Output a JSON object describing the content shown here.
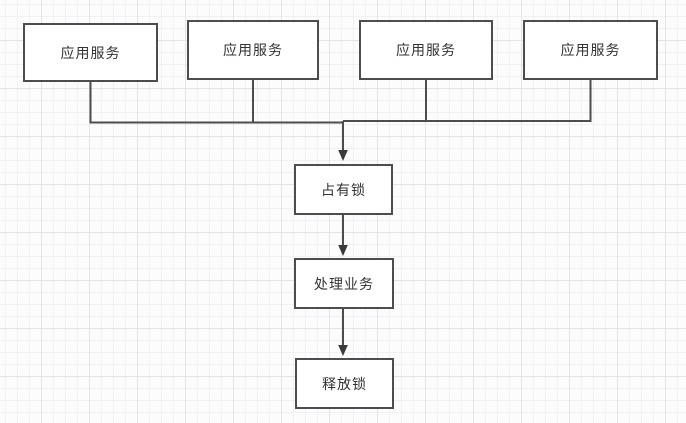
{
  "diagram": {
    "nodes": [
      {
        "id": "app-service-1",
        "label": "应用服务"
      },
      {
        "id": "app-service-2",
        "label": "应用服务"
      },
      {
        "id": "app-service-3",
        "label": "应用服务"
      },
      {
        "id": "app-service-4",
        "label": "应用服务"
      },
      {
        "id": "acquire-lock",
        "label": "占有锁"
      },
      {
        "id": "process-biz",
        "label": "处理业务"
      },
      {
        "id": "release-lock",
        "label": "释放锁"
      }
    ],
    "colors": {
      "node_border": "#4d4d4d",
      "node_fill": "#ffffff",
      "text": "#333333",
      "connector": "#4d4d4d",
      "arrowhead": "#3a3a3a",
      "grid_minor": "#f1f1f5",
      "grid_major": "#e3e3e8",
      "canvas_background": "#fcfcfd"
    }
  }
}
